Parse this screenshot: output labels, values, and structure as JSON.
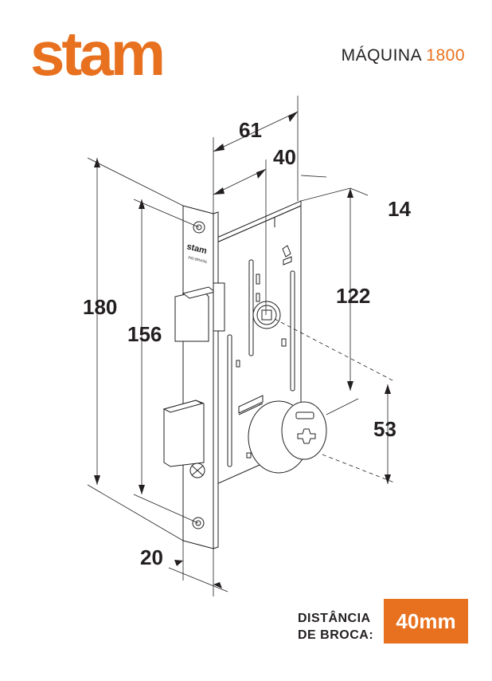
{
  "brand": {
    "logo_text": "stam",
    "plate_logo": "stam",
    "plate_sub": "IND.BRASIL"
  },
  "header": {
    "model_label": "MÁQUINA",
    "model_number": "1800"
  },
  "dimensions": {
    "total_height": "180",
    "screw_span": "156",
    "depth_total": "61",
    "backset": "40",
    "faceplate_offset": "14",
    "top_to_spindle": "122",
    "spindle_to_cylinder": "53",
    "faceplate_width": "20"
  },
  "footer": {
    "label_line1": "DISTÂNCIA",
    "label_line2": "DE BROCA:",
    "value": "40mm"
  },
  "colors": {
    "accent": "#e8711f",
    "ink": "#231f20"
  }
}
